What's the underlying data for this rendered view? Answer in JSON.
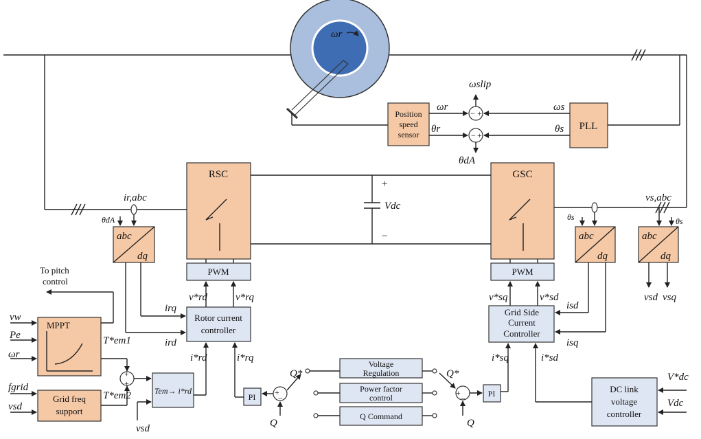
{
  "generator": {
    "omega_r": "ωr"
  },
  "blocks": {
    "position_sensor": [
      "Position",
      "speed",
      "sensor"
    ],
    "pll": "PLL",
    "rsc": "RSC",
    "gsc": "GSC",
    "pwm_left": "PWM",
    "pwm_right": "PWM",
    "rotor_current_controller": [
      "Rotor current",
      "controller"
    ],
    "grid_side_current_controller": [
      "Grid Side",
      "Current",
      "Controller"
    ],
    "mppt": "MPPT",
    "grid_freq_support": [
      "Grid freq",
      "support"
    ],
    "torque_to_current": "Tem→ i*rd",
    "pi_left": "PI",
    "pi_right": "PI",
    "voltage_regulation": [
      "Voltage",
      "Regulation"
    ],
    "power_factor_control": [
      "Power factor",
      "control"
    ],
    "q_command": "Q Command",
    "dc_link_controller": [
      "DC link",
      "voltage",
      "controller"
    ],
    "abc_dq": {
      "top": "abc",
      "bottom": "dq"
    }
  },
  "signals": {
    "omega_slip": "ωslip",
    "omega_r": "ωr",
    "theta_r": "θr",
    "omega_s": "ωs",
    "theta_s": "θs",
    "theta_da": "θdA",
    "i_r_abc": "ir,abc",
    "v_s_abc": "vs,abc",
    "v_dc": "Vdc",
    "plus": "+",
    "minus": "−",
    "v_rd_star": "v*rd",
    "v_rq_star": "v*rq",
    "v_sq_star": "v*sq",
    "v_sd_star": "v*sd",
    "i_rq": "irq",
    "i_rd": "ird",
    "i_rd_star": "i*rd",
    "i_rq_star": "i*rq",
    "i_sd": "isd",
    "i_sq": "isq",
    "i_sq_star": "i*sq",
    "i_sd_star": "i*sd",
    "to_pitch": [
      "To pitch",
      "control"
    ],
    "v_w": "vw",
    "p_e": "Pe",
    "omega_r_in": "ωr",
    "f_grid": "fgrid",
    "v_sd": "vsd",
    "t_em1": "T*em1",
    "t_em2": "T*em2",
    "q_star": "Q*",
    "q": "Q",
    "v_dc_star": "V*dc",
    "v_dc_in": "Vdc",
    "v_sd_out": "vsd",
    "v_sq_out": "vsq"
  }
}
